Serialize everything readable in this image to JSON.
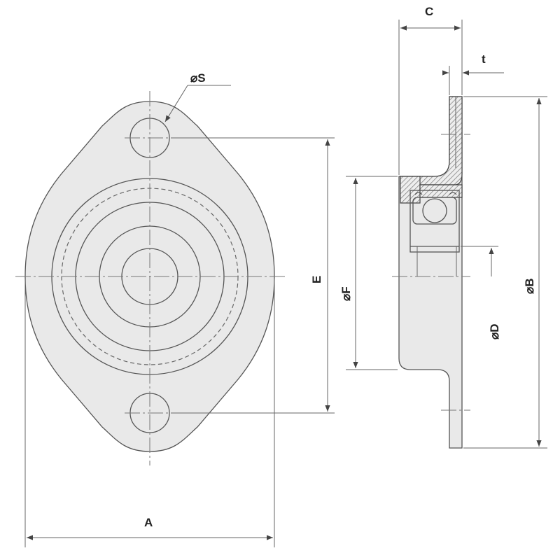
{
  "labels": {
    "dim_s": "⌀S",
    "dim_c": "C",
    "dim_t": "t",
    "dim_e": "E",
    "dim_f": "⌀F",
    "dim_d": "⌀D",
    "dim_b": "⌀B",
    "dim_a": "A"
  }
}
